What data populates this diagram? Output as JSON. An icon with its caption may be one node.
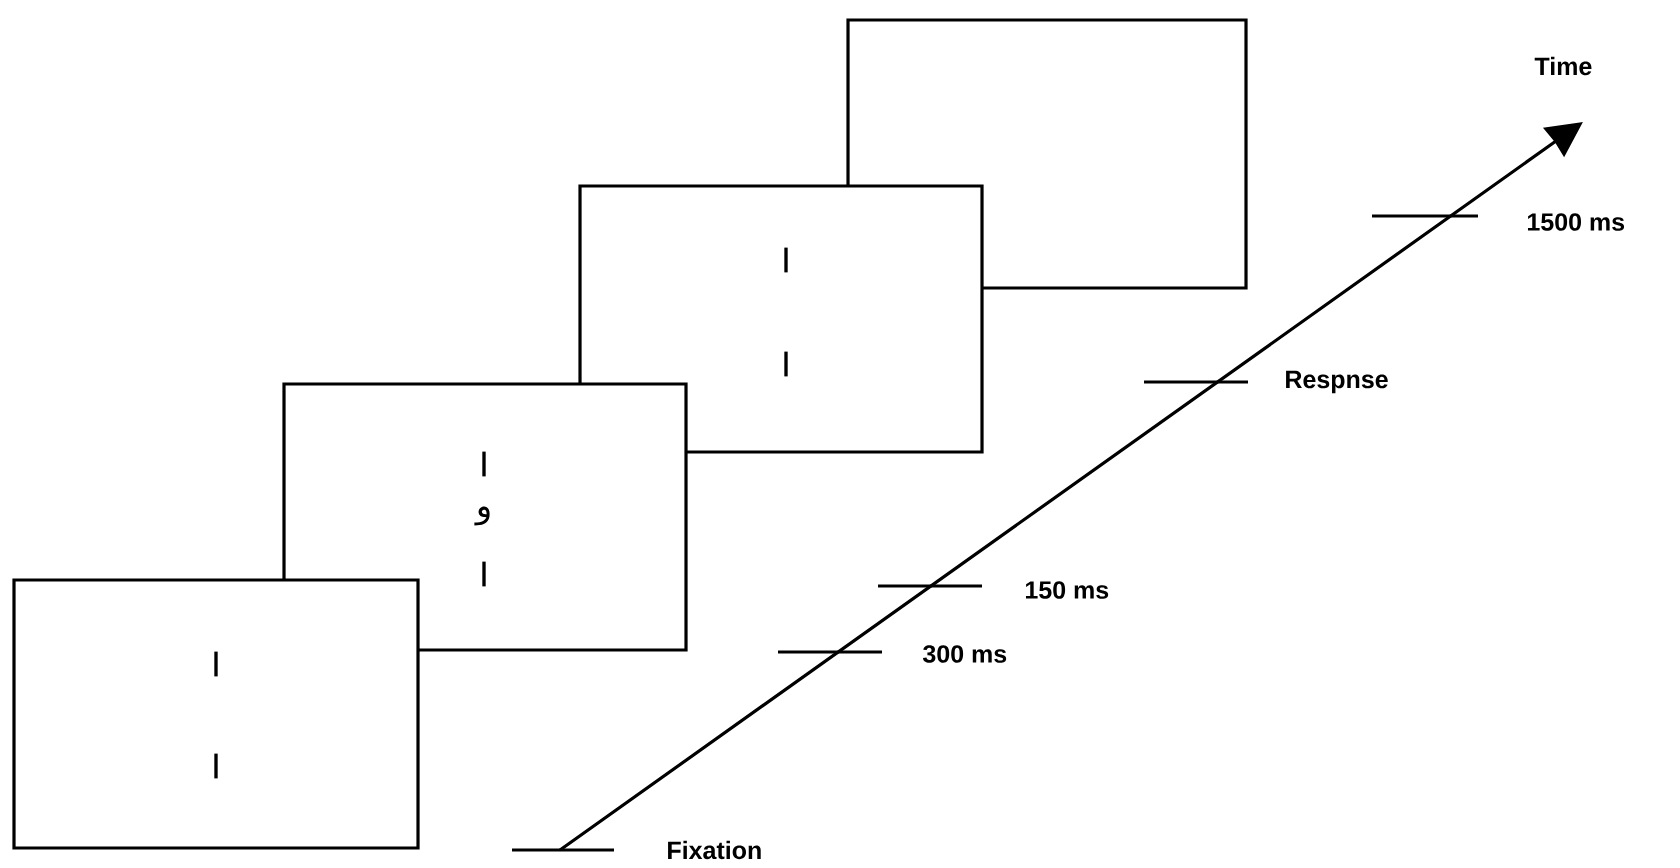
{
  "diagram": {
    "nodes": [
      {
        "text": [
          "I",
          "I"
        ]
      },
      {
        "text": [
          "I",
          "و",
          "I"
        ]
      },
      {
        "text": [
          "I",
          "I"
        ]
      },
      {
        "text": [],
        "shape": "box"
      }
    ],
    "labels": [
      "Time",
      "1500 ms",
      "Respnse",
      "150 ms",
      "300 ms",
      "Fixation"
    ]
  }
}
